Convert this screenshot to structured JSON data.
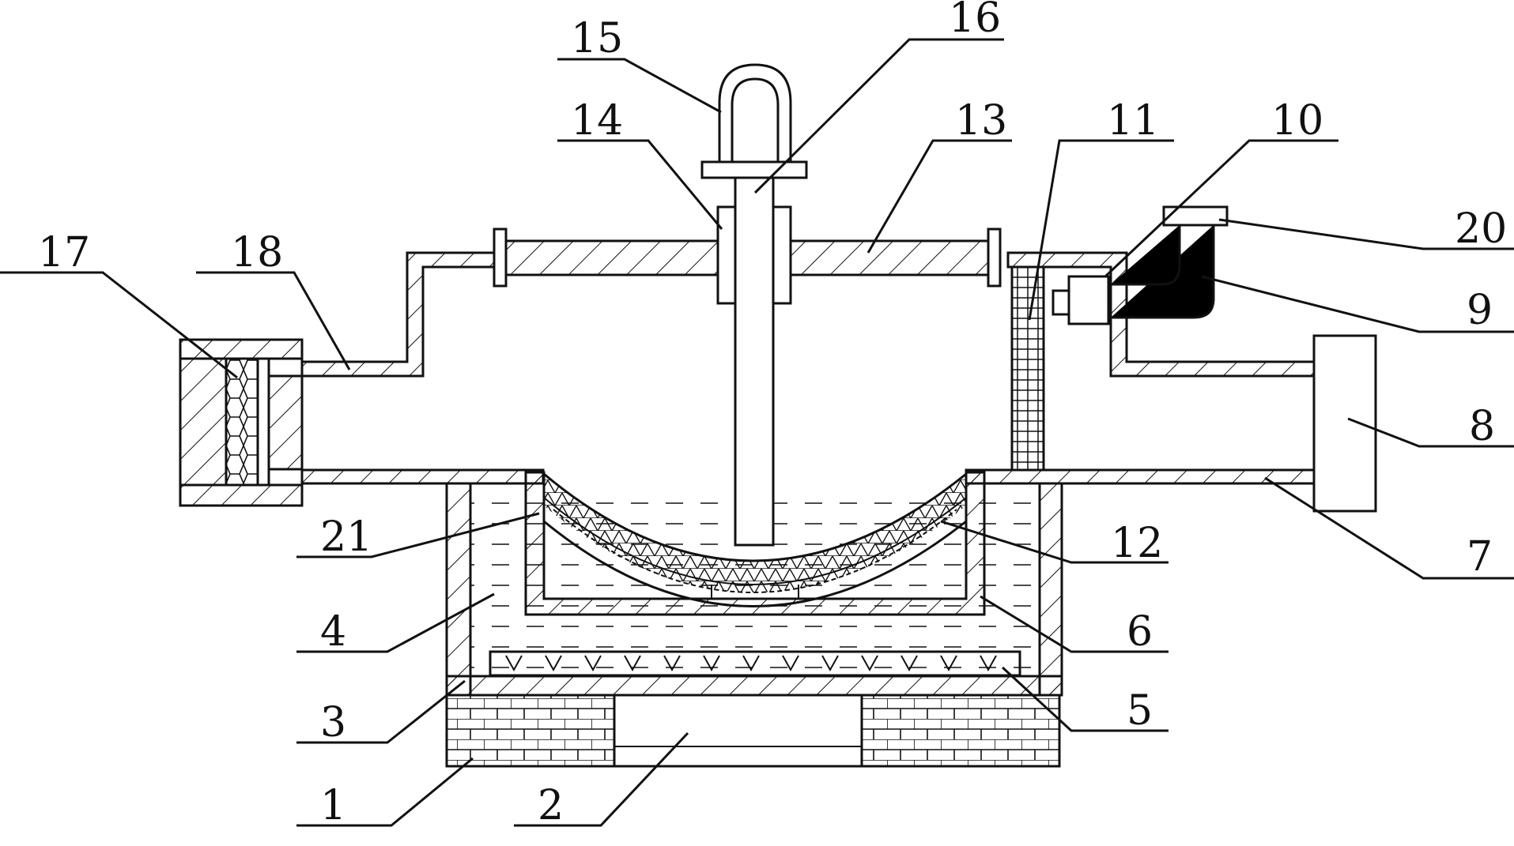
{
  "figure": {
    "callouts": [
      {
        "id": "c1",
        "text": "1"
      },
      {
        "id": "c2",
        "text": "2"
      },
      {
        "id": "c3",
        "text": "3"
      },
      {
        "id": "c4",
        "text": "4"
      },
      {
        "id": "c5",
        "text": "5"
      },
      {
        "id": "c6",
        "text": "6"
      },
      {
        "id": "c7",
        "text": "7"
      },
      {
        "id": "c8",
        "text": "8"
      },
      {
        "id": "c9",
        "text": "9"
      },
      {
        "id": "c10",
        "text": "10"
      },
      {
        "id": "c11",
        "text": "11"
      },
      {
        "id": "c12",
        "text": "12"
      },
      {
        "id": "c13",
        "text": "13"
      },
      {
        "id": "c14",
        "text": "14"
      },
      {
        "id": "c15",
        "text": "15"
      },
      {
        "id": "c16",
        "text": "16"
      },
      {
        "id": "c17",
        "text": "17"
      },
      {
        "id": "c18",
        "text": "18"
      },
      {
        "id": "c20",
        "text": "20"
      },
      {
        "id": "c21",
        "text": "21"
      }
    ]
  }
}
